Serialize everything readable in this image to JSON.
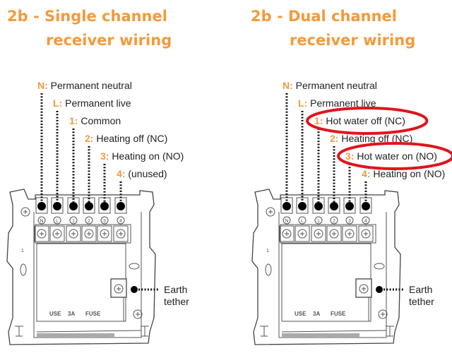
{
  "panels": [
    {
      "title_line1": "2b - Single channel",
      "title_line2": "receiver wiring",
      "terminals": [
        {
          "key": "N",
          "label": "Permanent neutral"
        },
        {
          "key": "L",
          "label": "Permanent live"
        },
        {
          "key": "1",
          "label": "Common"
        },
        {
          "key": "2",
          "label": "Heating off (NC)"
        },
        {
          "key": "3",
          "label": "Heating on (NO)"
        },
        {
          "key": "4",
          "label": "(unused)"
        }
      ],
      "terminal_marks": [
        "N",
        "L",
        "1",
        "2",
        "3",
        "4"
      ],
      "earth_label_line1": "Earth",
      "earth_label_line2": "tether",
      "fuse_text": [
        "USE",
        "3A",
        "FUSE"
      ],
      "plate_number": "1",
      "highlighted_terminals": []
    },
    {
      "title_line1": "2b - Dual channel",
      "title_line2": "receiver wiring",
      "terminals": [
        {
          "key": "N",
          "label": "Permanent neutral"
        },
        {
          "key": "L",
          "label": "Permanent live"
        },
        {
          "key": "1",
          "label": "Hot water off (NC)"
        },
        {
          "key": "2",
          "label": "Heating off (NC)"
        },
        {
          "key": "3",
          "label": "Hot water on (NO)"
        },
        {
          "key": "4",
          "label": "Heating on (NO)"
        }
      ],
      "terminal_marks": [
        "N",
        "L",
        "1",
        "2",
        "3",
        "4"
      ],
      "earth_label_line1": "Earth",
      "earth_label_line2": "tether",
      "fuse_text": [
        "USE",
        "3A",
        "FUSE"
      ],
      "plate_number": "1",
      "highlighted_terminals": [
        2,
        4
      ]
    }
  ],
  "colors": {
    "accent": "#f39a3c",
    "highlight": "#e0141e"
  }
}
